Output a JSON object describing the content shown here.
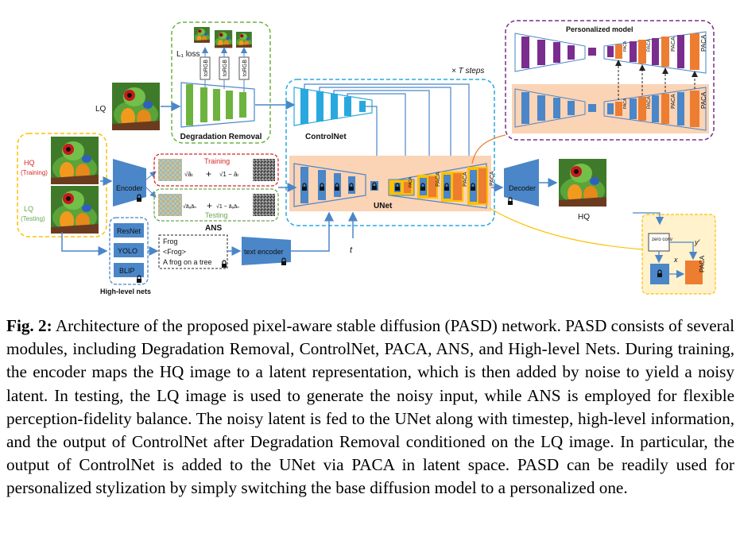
{
  "figure": {
    "labels": {
      "lq": "LQ",
      "hq_training": "HQ",
      "training_paren": "(Training)",
      "lq_testing": "LQ",
      "testing_paren": "(Testing)",
      "encoder": "Encoder",
      "decoder": "Decoder",
      "hq_out": "HQ",
      "l1_loss": "L₁ loss",
      "torgb": "toRGB",
      "degradation_removal": "Degradation Removal",
      "controlnet": "ControlNet",
      "unet": "UNet",
      "steps": "× T steps",
      "training": "Training",
      "testing": "Testing",
      "ans": "ANS",
      "formula_training_a": "√āₜ",
      "formula_training_b": "√1 − āₜ",
      "formula_testing_a": "√āₐāₙ",
      "formula_testing_b": "√1 − āₐāₙ",
      "resnet": "ResNet",
      "yolo": "YOLO",
      "blip": "BLIP",
      "highlevel_nets": "High-level nets",
      "prompt_1": "Frog",
      "prompt_2": "<Frog>",
      "prompt_3": "A frog on a tree",
      "text_encoder": "text encoder",
      "t": "t",
      "personalized_model": "Personalized model",
      "paca": "PACA",
      "zero_conv": "zero conv",
      "x": "x",
      "y_prime": "y′"
    },
    "colors": {
      "blue": "#4a86c8",
      "cyan": "#29a8e0",
      "green": "#6db33f",
      "purple": "#7a2d8f",
      "orange": "#ed7d31",
      "yellow": "#ffc000",
      "peach": "#fbd3b5",
      "light_yellow": "#fff2cc",
      "red": "#d62728",
      "test_green": "#6aa84f"
    }
  },
  "caption": {
    "label": "Fig. 2:",
    "text": "Architecture of the proposed pixel-aware stable diffusion (PASD) network. PASD consists of several modules, including Degradation Removal, ControlNet, PACA, ANS, and High-level Nets. During training, the encoder maps the HQ image to a latent representation, which is then added by noise to yield a noisy latent. In testing, the LQ image is used to generate the noisy input, while ANS is employed for flexible perception-fidelity balance. The noisy latent is fed to the UNet along with timestep, high-level information, and the output of ControlNet after Degradation Removal conditioned on the LQ image. In particular, the output of ControlNet is added to the UNet via PACA in latent space. PASD can be readily used for personalized stylization by simply switching the base diffusion model to a personalized one."
  }
}
